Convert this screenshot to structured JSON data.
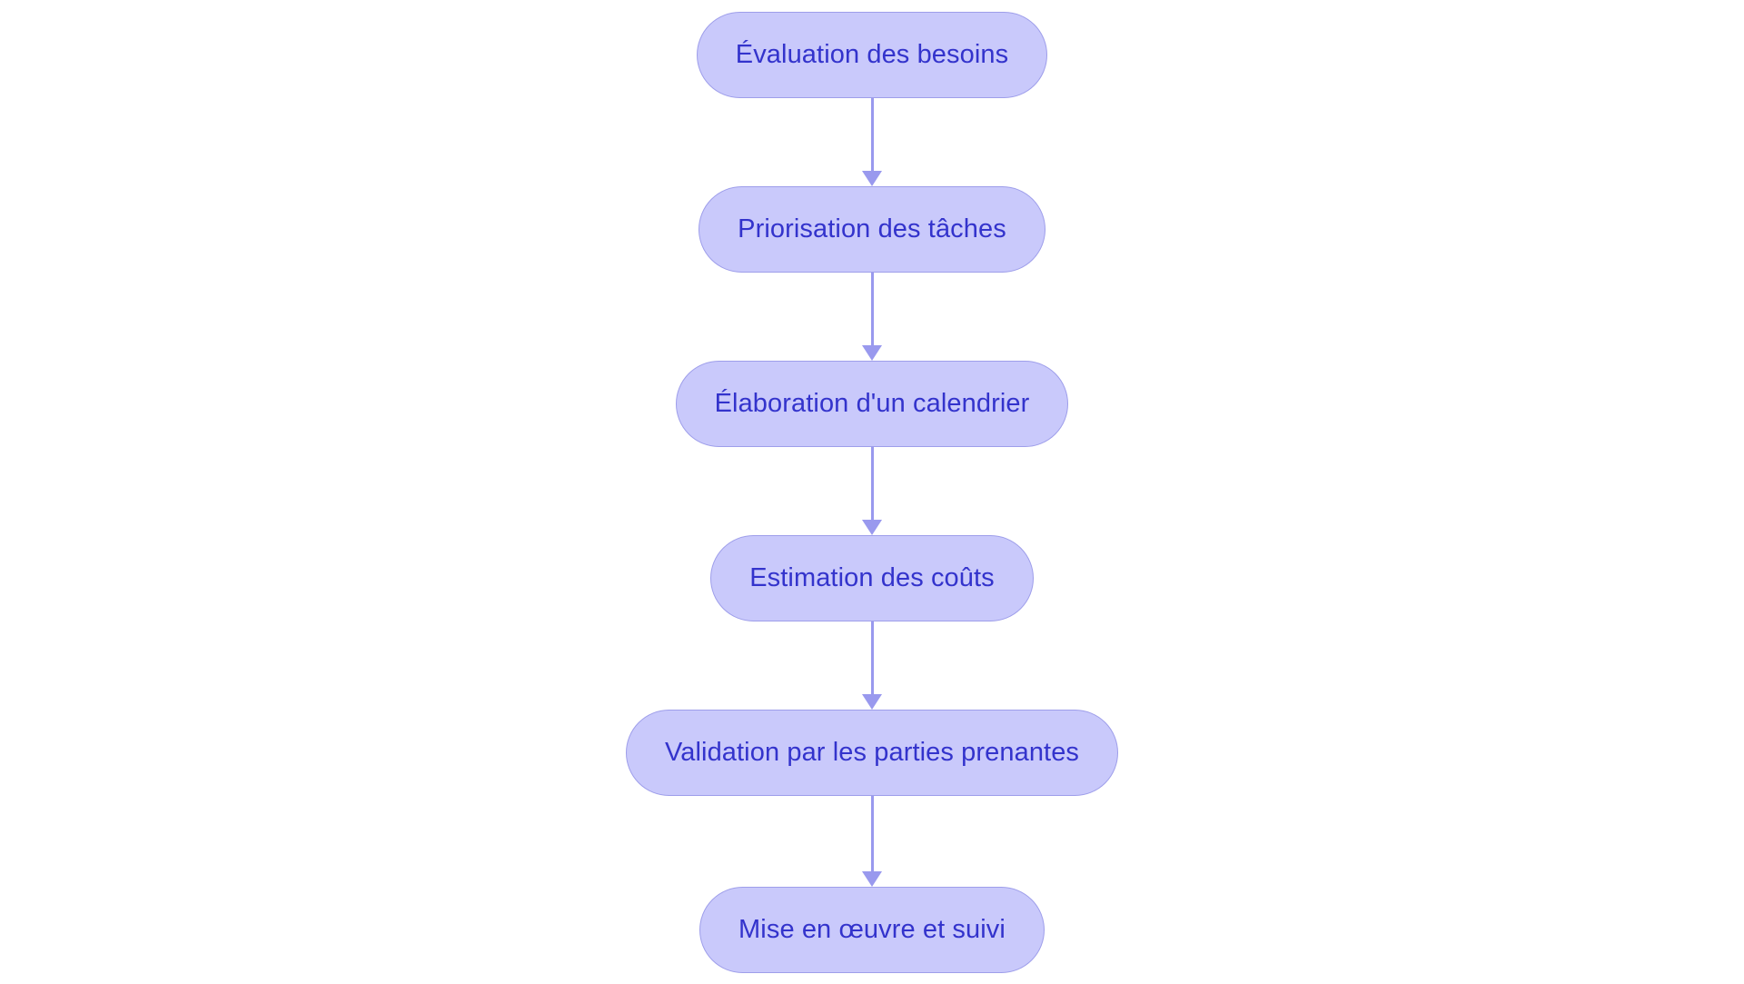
{
  "diagram": {
    "type": "flowchart",
    "orientation": "top-to-bottom",
    "background_color": "#ffffff",
    "node_fill_color": "#c9c9fb",
    "node_border_color": "#9e9eea",
    "node_text_color": "#3333cc",
    "arrow_color": "#9999ee",
    "node_shape": "stadium",
    "nodes": [
      {
        "id": "n1",
        "label": "Évaluation des besoins"
      },
      {
        "id": "n2",
        "label": "Priorisation des tâches"
      },
      {
        "id": "n3",
        "label": "Élaboration d'un calendrier"
      },
      {
        "id": "n4",
        "label": "Estimation des coûts"
      },
      {
        "id": "n5",
        "label": "Validation par les parties prenantes"
      },
      {
        "id": "n6",
        "label": "Mise en œuvre et suivi"
      }
    ],
    "edges": [
      {
        "from": "n1",
        "to": "n2",
        "label": ""
      },
      {
        "from": "n2",
        "to": "n3",
        "label": ""
      },
      {
        "from": "n3",
        "to": "n4",
        "label": ""
      },
      {
        "from": "n4",
        "to": "n5",
        "label": ""
      },
      {
        "from": "n5",
        "to": "n6",
        "label": ""
      }
    ]
  }
}
